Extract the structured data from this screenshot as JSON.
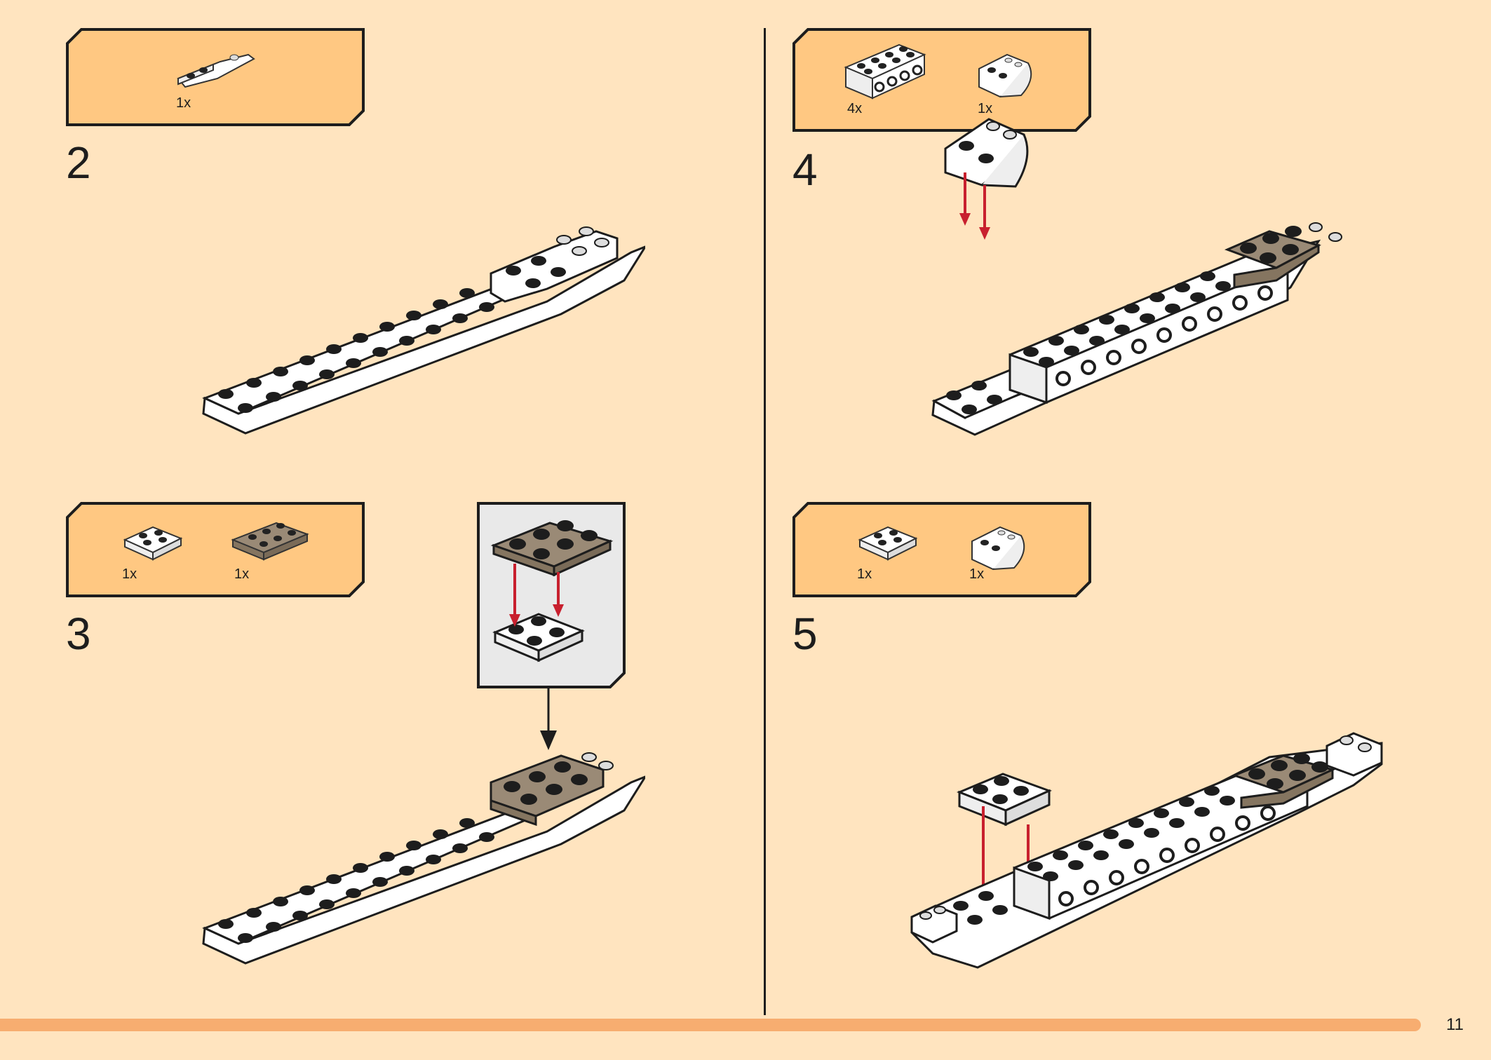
{
  "page": {
    "number": "11",
    "colors": {
      "background": "#ffe4bf",
      "parts_box": "#ffc882",
      "accent_bar": "#f7ad70",
      "outline": "#1d1d1d",
      "brick_white": "#ffffff",
      "brick_tan": "#9a8a76",
      "arrow_red": "#c8202e",
      "callout_bg": "#e9e9e9"
    }
  },
  "steps": [
    {
      "number": "2",
      "parts": [
        {
          "qty": "1x",
          "icon": "white-1x3-inverted-slope-icon"
        }
      ]
    },
    {
      "number": "3",
      "parts": [
        {
          "qty": "1x",
          "icon": "white-2x2-plate-icon"
        },
        {
          "qty": "1x",
          "icon": "tan-2x3-plate-icon"
        }
      ]
    },
    {
      "number": "4",
      "parts": [
        {
          "qty": "4x",
          "icon": "white-1x4-technic-brick-icon"
        },
        {
          "qty": "1x",
          "icon": "white-2x2-curved-slope-icon"
        }
      ]
    },
    {
      "number": "5",
      "parts": [
        {
          "qty": "1x",
          "icon": "white-2x2-plate-icon"
        },
        {
          "qty": "1x",
          "icon": "white-2x2-curved-slope-icon"
        }
      ]
    }
  ]
}
